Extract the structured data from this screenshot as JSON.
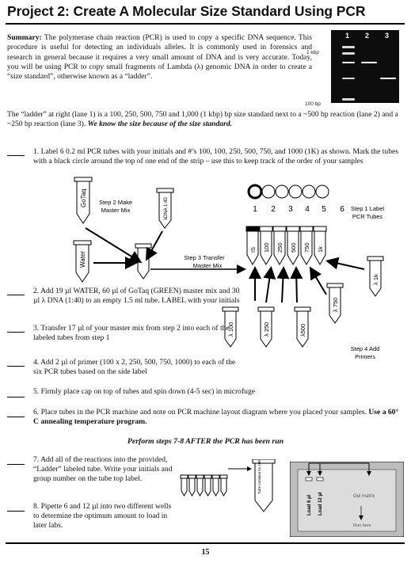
{
  "title": "Project 2: Create A Molecular Size Standard Using PCR",
  "summary": {
    "label": "Summary:",
    "text": "The polymerase chain reaction (PCR) is used to copy a specific DNA sequence. This procedure is useful for detecting an individuals alleles. It is commonly used in forensics and research in general because it requires a very small amount of DNA and is very accurate. Today, you will be using PCR to copy small fragments of Lambda (λ) genomic DNA in order to create a “size standard”, otherwise known as a “ladder”."
  },
  "ladder_text": "The “ladder” at right (lane 1) is a 100, 250, 500, 750 and 1,000 (1 kbp) bp size standard next to a ~500 bp reaction (lane 2) and a ~250 bp reaction (lane 3).",
  "ladder_emphasis": "We know the size because of the size standard.",
  "gel": {
    "lanes": [
      "1",
      "2",
      "3"
    ],
    "label_top": "1 kbp",
    "label_bottom": "100 bp",
    "ladder_bands": [
      1000,
      750,
      500,
      250,
      100
    ],
    "lane2_band": 500,
    "lane3_band": 250
  },
  "steps": {
    "s1": "1. Label 6 0.2 ml PCR tubes with your initials and #’s 100, 100, 250, 500, 750, and 1000 (1K) as shown. Mark the tubes with a black circle around the top of one end of the strip – use this to keep track of the order of your samples",
    "s2": "2. Add 19 µl WATER, 60 µl of GoTaq (GREEN) master mix and 30 µl λ DNA (1:40) to an empty 1.5 ml tube. LABEL with your initials",
    "s3": "3. Transfer 17 µl of your master mix from step 2 into each of the labeled tubes from step 1",
    "s4": "4. Add 2 µl of primer (100 x 2, 250, 500, 750, 1000) to each of the six PCR tubes based on the side label",
    "s5": "5. Firmly place cap on top of tubes and spin down (4-5 sec) in microfuge",
    "s6a": "6. Place tubes in the PCR machine and note on PCR machine layout diagram where you placed your samples.",
    "s6b": "Use a 60° C annealing temperature program.",
    "s7": "7. Add all of the reactions into the provided, “Ladder” labeled tube. Write your initials and group number on the tube top label.",
    "s8": "8. Pipette 6 and 12 µl into two different wells to determine the optimum amount to load in later labs."
  },
  "perform": "Perform steps 7-8 AFTER the PCR has been run",
  "diagram": {
    "tube_gotaq": "GoTaq",
    "tube_dna": "λDNA 1:40",
    "tube_water": "Water",
    "step2": [
      "Step 2 Make",
      "Master Mix"
    ],
    "step1": [
      "Step 1 Label",
      "PCR Tubes"
    ],
    "step3": [
      "Step 3 Transfer",
      "Master Mix"
    ],
    "step4": [
      "Step 4 Add",
      "Primers"
    ],
    "circle_numbers": [
      "1",
      "2",
      "3",
      "4",
      "5",
      "6"
    ],
    "strip_labels": [
      "IS",
      "100",
      "250",
      "500",
      "750",
      "1k"
    ],
    "primers": [
      "λ 100",
      "λ 250",
      "λ500",
      "λ 750",
      "λ 1k"
    ]
  },
  "gel_diagram": {
    "tube_text": "Tube contains 5x 100",
    "lane_a": "Load 6 µl",
    "lane_b": "Load 12 µl",
    "gel_label": "Gel matrix",
    "run_label": "Run here"
  },
  "page_number": "15"
}
